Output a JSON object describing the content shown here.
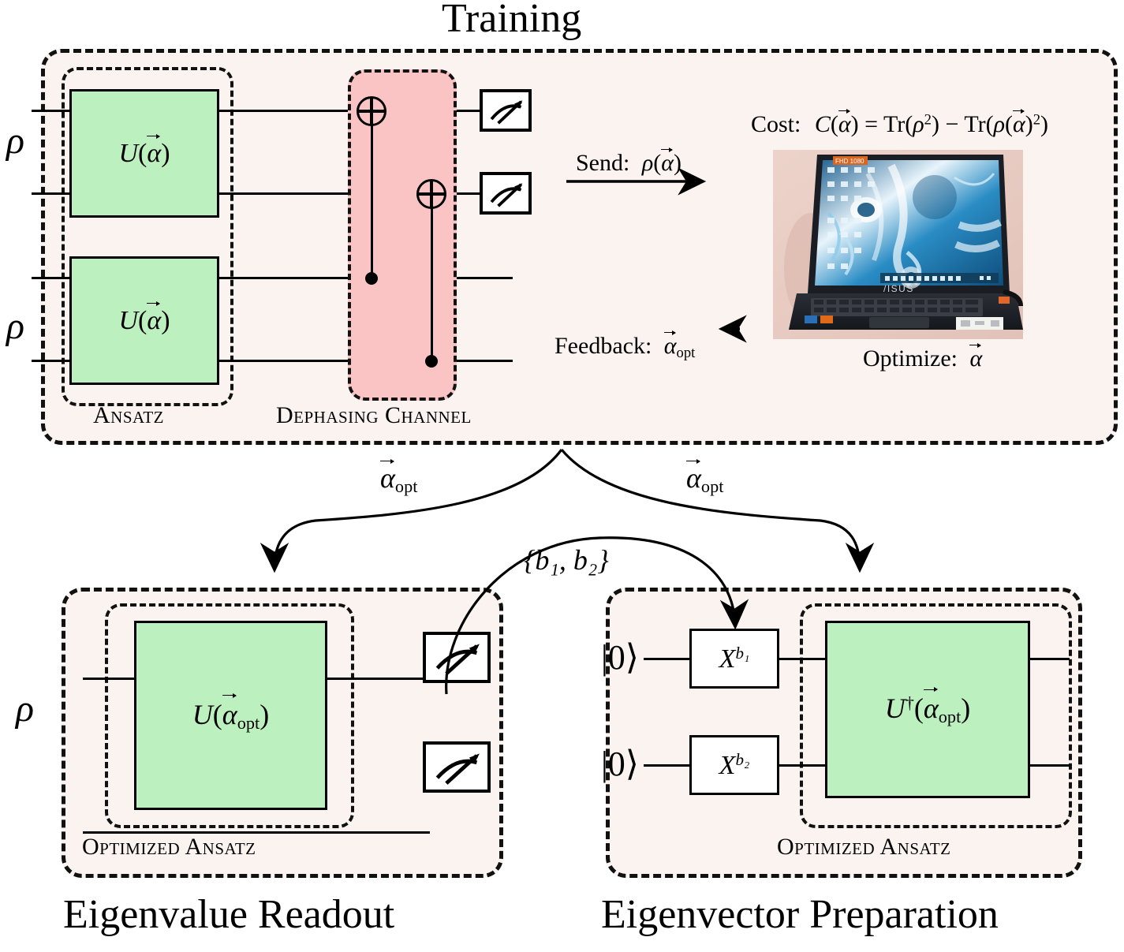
{
  "figure": {
    "title": "Training",
    "bottom_left_title": "Eigenvalue Readout",
    "bottom_right_title": "Eigenvector Preparation"
  },
  "training": {
    "input_labels": [
      "ρ",
      "ρ"
    ],
    "ansatz_label": "Ansatz",
    "channel_label": "Dephasing Channel",
    "gate_label_U": "U",
    "gate_arg_alpha": "α",
    "cost_prefix": "Cost:",
    "cost_formula_C": "C",
    "cost_formula_rest": "= Tr(ρ²) − Tr(ρ(α)²)",
    "send_label": "Send:",
    "send_value_rho": "ρ",
    "feedback_label": "Feedback:",
    "feedback_value_alpha": "α",
    "feedback_sub": "opt",
    "optimize_label": "Optimize:",
    "optimize_value_alpha": "α",
    "device_name": "ASUS",
    "device_badge": "FHD 1080"
  },
  "arrows": {
    "left_label_alpha": "α",
    "left_label_sub": "opt",
    "right_label_alpha": "α",
    "right_label_sub": "opt",
    "bits_label": "{b₁, b₂}"
  },
  "eigenvalue_readout": {
    "input_label": "ρ",
    "ansatz_label": "Optimized Ansatz",
    "gate_U": "U",
    "gate_arg_alpha": "α",
    "gate_arg_sub": "opt",
    "meters": [
      "measurement-meter",
      "measurement-meter"
    ]
  },
  "eigenvector_preparation": {
    "input_states": [
      "|0⟩",
      "|0⟩"
    ],
    "x_gate_1_base": "X",
    "x_gate_1_exp": "b₁",
    "x_gate_2_base": "X",
    "x_gate_2_exp": "b₂",
    "ansatz_label": "Optimized Ansatz",
    "gate_U": "U",
    "gate_dagger": "†",
    "gate_arg_alpha": "α",
    "gate_arg_sub": "opt"
  },
  "colors": {
    "panel_bg": "#fbf3f0",
    "gate_green": "#bdf0bf",
    "channel_pink": "#fac4c4",
    "stroke": "#111111"
  }
}
